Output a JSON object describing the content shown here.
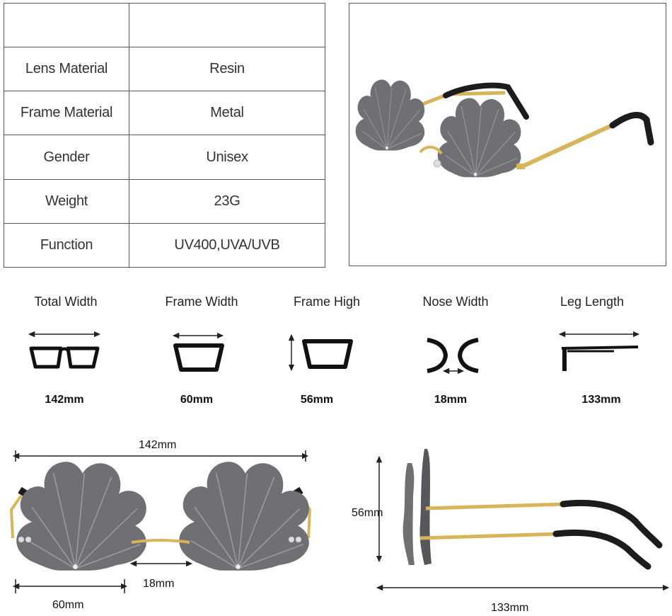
{
  "spec_table": {
    "header": {
      "label": "",
      "value": ""
    },
    "rows": [
      {
        "label": "Lens Material",
        "value": "Resin"
      },
      {
        "label": "Frame Material",
        "value": "Metal"
      },
      {
        "label": "Gender",
        "value": "Unisex"
      },
      {
        "label": "Weight",
        "value": "23G"
      },
      {
        "label": "Function",
        "value": "UV400,UVA/UVB"
      }
    ]
  },
  "dimensions": [
    {
      "label": "Total Width",
      "value": "142mm",
      "icon": "glasses-front-icon"
    },
    {
      "label": "Frame Width",
      "value": "60mm",
      "icon": "single-lens-width-icon"
    },
    {
      "label": "Frame High",
      "value": "56mm",
      "icon": "single-lens-height-icon"
    },
    {
      "label": "Nose Width",
      "value": "18mm",
      "icon": "nose-bridge-icon"
    },
    {
      "label": "Leg Length",
      "value": "133mm",
      "icon": "temple-arm-icon"
    }
  ],
  "front_diagram": {
    "total_width": "142mm",
    "bridge_width": "18mm",
    "lens_width": "60mm"
  },
  "side_diagram": {
    "height": "56mm",
    "leg_length": "133mm"
  },
  "colors": {
    "lens": "#6e7074",
    "lens_dark": "#55575b",
    "gold": "#d8b55a",
    "tip": "#1c1c1c",
    "border": "#555555"
  }
}
